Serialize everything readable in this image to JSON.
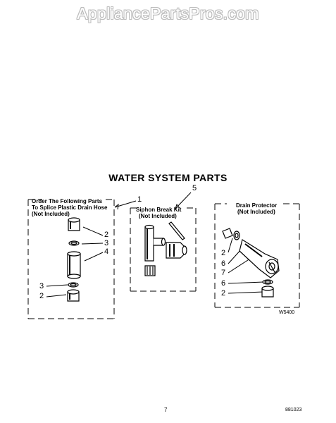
{
  "watermark": "AppliancePartsPros.com",
  "title": "WATER SYSTEM PARTS",
  "panels": {
    "left": {
      "line1": "Order The Following Parts",
      "line2": "To Splice Plastic Drain Hose",
      "line3": "(Not Included)"
    },
    "middle": {
      "line1": "Siphon Break Kit",
      "line2": "(Not Included)"
    },
    "right": {
      "line1": "Drain Protector",
      "line2": "(Not Included)"
    }
  },
  "callouts": {
    "c1": "1",
    "c5": "5",
    "left_2a": "2",
    "left_3a": "3",
    "left_4": "4",
    "left_3b": "3",
    "left_2b": "2",
    "right_2a": "2",
    "right_6a": "6",
    "right_7": "7",
    "right_6b": "6",
    "right_2b": "2"
  },
  "figure_code": "W5400",
  "page_number": "7",
  "doc_code": "881023"
}
